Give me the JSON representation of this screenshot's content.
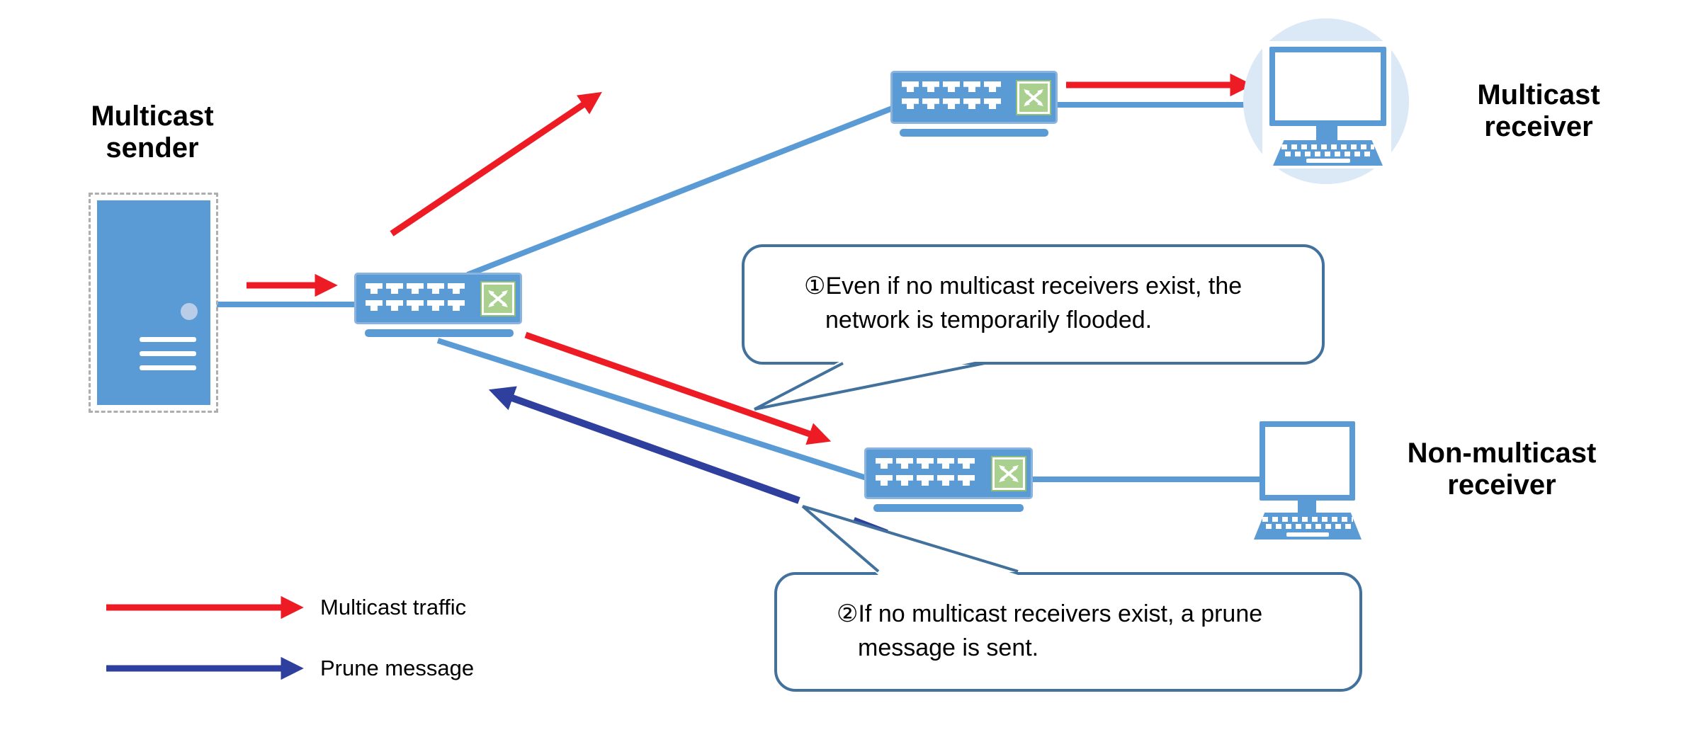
{
  "labels": {
    "sender": "Multicast sender",
    "receiver_top": "Multicast receiver",
    "receiver_bottom": "Non-multicast receiver"
  },
  "callouts": {
    "one": {
      "line1": "①Even if no multicast receivers exist, the",
      "line2": "network is temporarily flooded."
    },
    "two": {
      "line1": "②If no multicast receivers exist, a prune",
      "line2": "message is sent."
    }
  },
  "legend": {
    "items": [
      {
        "label": "Multicast traffic",
        "color": "#ed1c24"
      },
      {
        "label": "Prune message",
        "color": "#2f3f9e"
      }
    ]
  },
  "colors": {
    "multicast_traffic": "#ed1c24",
    "prune_message": "#2f3f9e",
    "link": "#5b9bd5",
    "callout_border": "#41719c",
    "device_blue": "#5b9bd5",
    "module_green": "#a9d08e",
    "halo_blue": "#dbe8f6",
    "text": "#000000"
  },
  "icons": {
    "sender": "server-tower-icon",
    "switch": "ethernet-switch-icon",
    "receiver": "desktop-computer-icon",
    "switch_module": "crossed-arrows-icon"
  }
}
